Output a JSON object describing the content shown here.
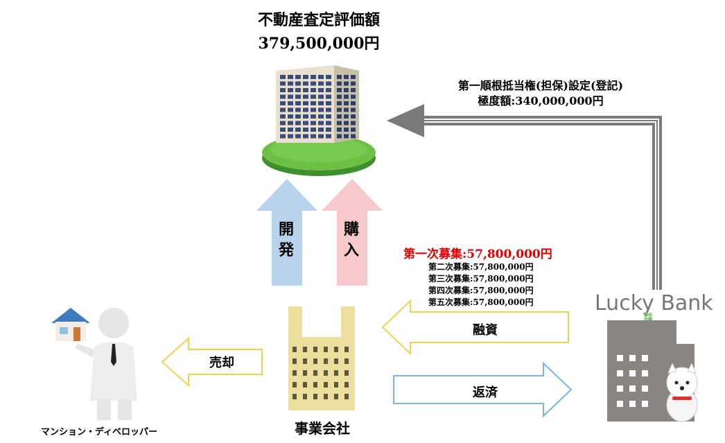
{
  "appraisal": {
    "title": "不動産査定評価額",
    "amount": "379,500,000円"
  },
  "mortgage": {
    "line1": "第一順根抵当権(担保)設定(登記)",
    "line2": "極度額:340,000,000円"
  },
  "up_arrows": {
    "develop": "開発",
    "purchase": "購入"
  },
  "recruitment": {
    "first": "第一次募集:57,800,000円",
    "others": [
      "第二次募集:57,800,000円",
      "第三次募集:57,800,000円",
      "第四次募集:57,800,000円",
      "第五次募集:57,800,000円"
    ]
  },
  "flows": {
    "financing": "融資",
    "repayment": "返済",
    "sale": "売却"
  },
  "brand": {
    "lucky": "Lucky",
    "bank": "Bank"
  },
  "entities": {
    "company": "事業会社",
    "developer": "マンション・ディベロッパー"
  },
  "colors": {
    "develop_arrow": "#b9d3ec",
    "purchase_arrow": "#f8c9cb",
    "financing_outline": "#f2d24a",
    "repayment_outline": "#7fb2dc",
    "sale_outline": "#f2d24a",
    "recruit_red": "#e00000",
    "company_building": "#ecdf9e",
    "bank_building": "#8a8483"
  }
}
